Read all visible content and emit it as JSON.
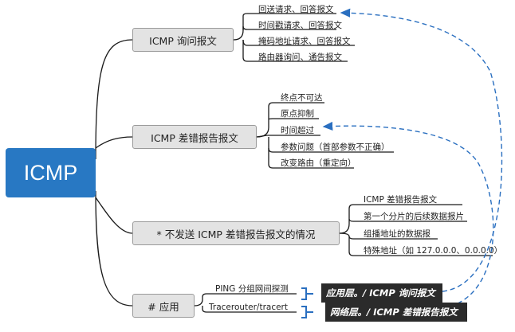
{
  "root": {
    "label": "ICMP"
  },
  "branches": [
    {
      "label": "ICMP 询问报文",
      "leaves": [
        "回送请求、回答报文",
        "时间戳请求、回答报文",
        "掩码地址请求、回答报文",
        "路由器询问、通告报文"
      ]
    },
    {
      "label": "ICMP 差错报告报文",
      "leaves": [
        "终点不可达",
        "原点抑制",
        "时间超过",
        "参数问题（首部参数不正确）",
        "改变路由（重定向）"
      ]
    },
    {
      "label": "* 不发送 ICMP 差错报告报文的情况",
      "leaves": [
        "ICMP 差错报告报文",
        "第一个分片的后续数据报片",
        "组播地址的数据报",
        "特殊地址（如 127.0.0.0、0.0.0.0）"
      ]
    },
    {
      "label": "# 应用",
      "leaves": [
        "PING 分组网间探测",
        "Tracerouter/tracert"
      ]
    }
  ],
  "tags": {
    "ping": "应用层。/ ICMP 询问报文",
    "tracert": "网络层。/ ICMP 差错报告报文"
  },
  "colors": {
    "root_fill": "#2878c3",
    "line": "#1a1a1a",
    "dashed_arrow": "#2a6fc0",
    "branch_fill": "#e3e3e3",
    "tag_fill": "#2b2b2b"
  }
}
